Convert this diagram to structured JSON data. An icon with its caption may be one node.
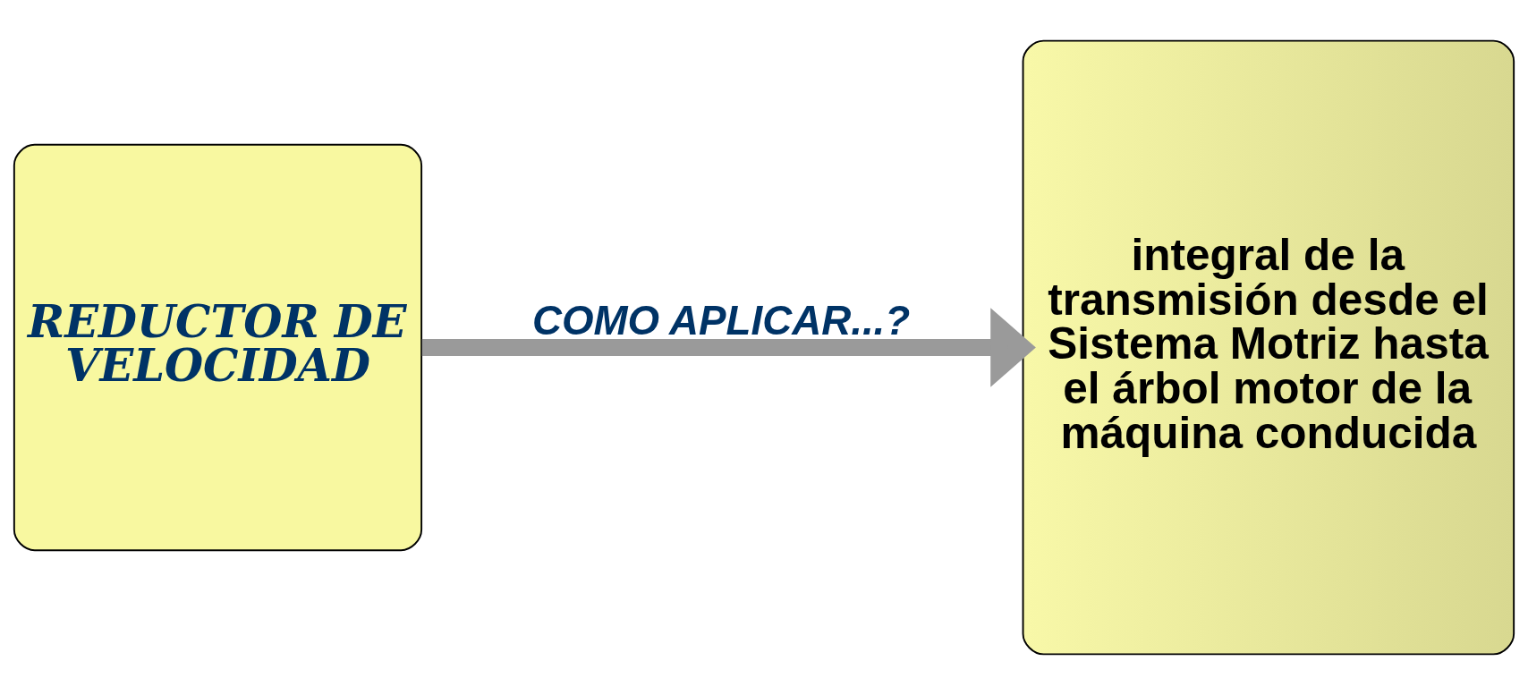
{
  "diagram": {
    "nodes": [
      {
        "text": [
          "REDUCTOR DE VELOCIDAD"
        ]
      },
      {
        "text": [
          "integral de la transmisión desde el Sistema Motriz hasta el árbol motor de la máquina conducida"
        ]
      }
    ],
    "edges": [
      {
        "from": 0,
        "to": 1,
        "arrow": "to",
        "label": "COMO APLICAR...?"
      }
    ]
  }
}
